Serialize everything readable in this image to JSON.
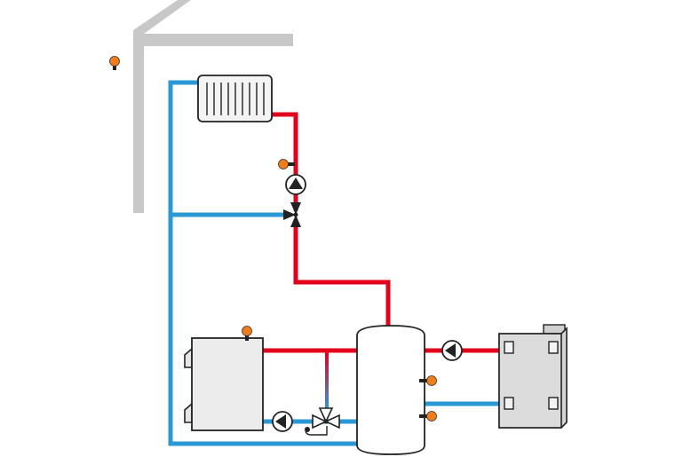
{
  "diagram": {
    "type": "heating-schematic",
    "components": {
      "building_outline": "house-roof-and-wall",
      "outdoor_sensor": "temperature-sensor",
      "radiator": "radiator",
      "heating_circuit_pump": "circulation-pump",
      "mixing_valve_3way": "three-way-mixing-valve",
      "solid_fuel_boiler": "solid-fuel-boiler",
      "boiler_pump": "circulation-pump",
      "return_protection_valve": "thermostatic-mixing-valve",
      "buffer_tank": "buffer-storage-tank",
      "buffer_sensors": "temperature-sensor",
      "secondary_pump": "circulation-pump",
      "secondary_heater": "gas-wall-boiler"
    },
    "colors": {
      "flow": "#e3001b",
      "return": "#2b98d6",
      "building": "#c8c8c8",
      "sensor": "#f07d1a",
      "equipment_fill": "#ececec",
      "outline": "#222222"
    }
  }
}
